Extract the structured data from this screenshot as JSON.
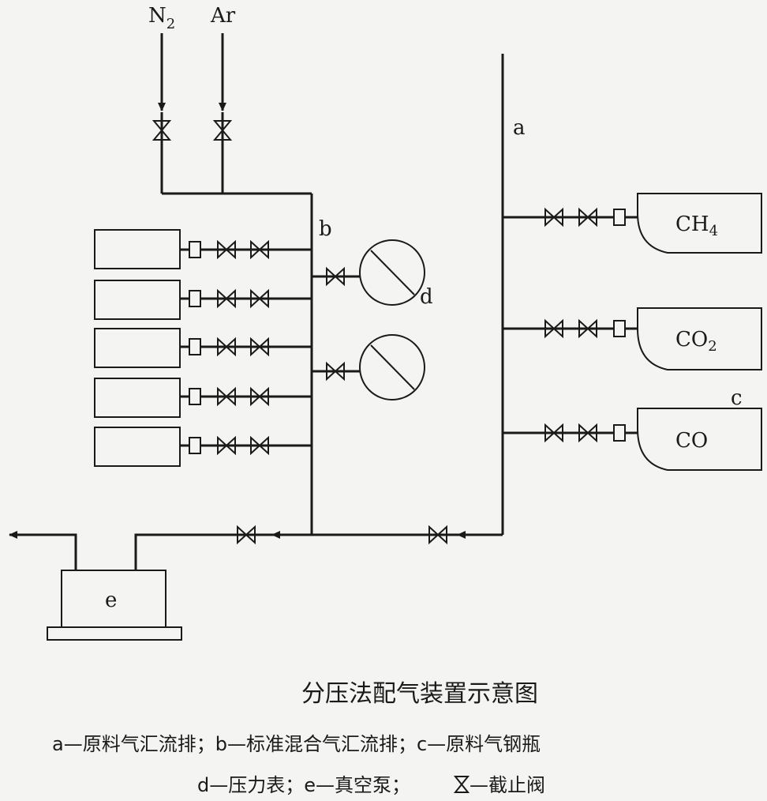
{
  "diagram": {
    "title": "分压法配气装置示意图",
    "legend_line1": "a—原料气汇流排；b—标准混合气汇流排；c—原料气钢瓶",
    "legend_line2_a": "d—压力表；e—真空泵；",
    "legend_line2_b": "—截止阀",
    "inlets": {
      "n2": "N",
      "n2_sub": "2",
      "ar": "Ar"
    },
    "labels": {
      "a": "a",
      "b": "b",
      "c": "c",
      "d": "d",
      "e": "e"
    },
    "cylinders": [
      {
        "id": "ch4",
        "name": "CH",
        "sub": "4"
      },
      {
        "id": "co2",
        "name": "CO",
        "sub": "2"
      },
      {
        "id": "co",
        "name": "CO",
        "sub": ""
      }
    ]
  }
}
